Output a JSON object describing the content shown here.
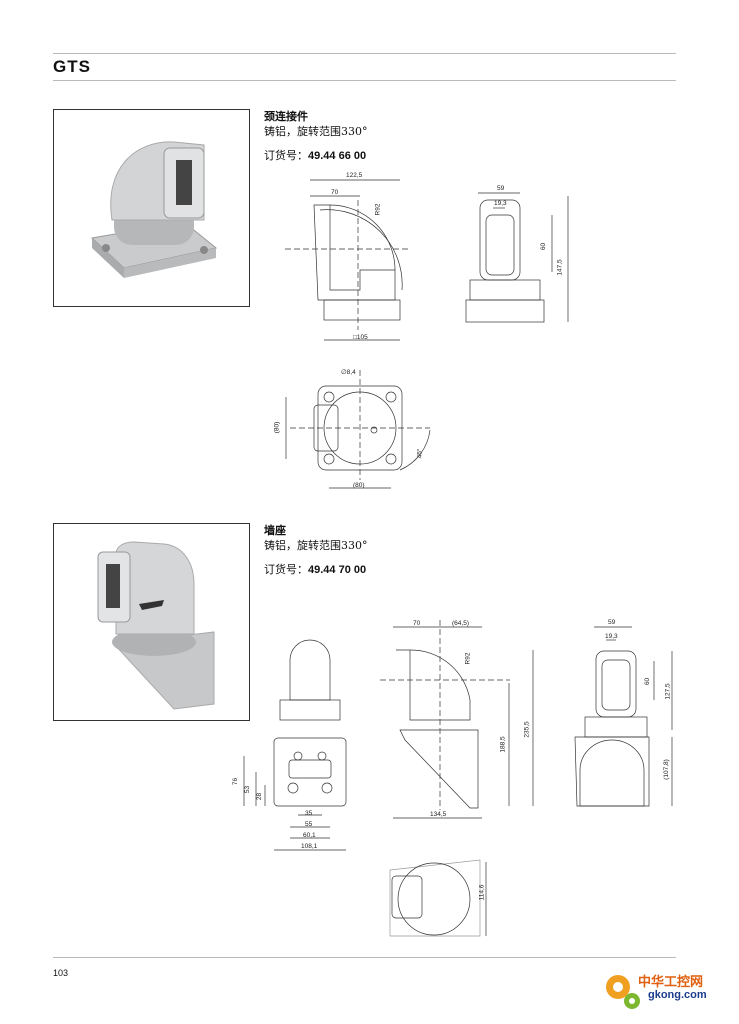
{
  "header": {
    "title": "GTS"
  },
  "products": [
    {
      "name": "颈连接件",
      "description": "铸铝，旋转范围330°",
      "order_label": "订货号：",
      "order_number": "49.44 66 00",
      "dimensions": {
        "side": [
          "122,5",
          "70",
          "R92",
          "□105"
        ],
        "front": [
          "59",
          "19,3",
          "60",
          "147,5"
        ],
        "top": [
          "∅8,4",
          "(80)",
          "(80)",
          "45°"
        ]
      }
    },
    {
      "name": "墙座",
      "description": "铸铝，旋转范围330°",
      "order_label": "订货号：",
      "order_number": "49.44 70 00",
      "dimensions": {
        "back": [
          "76",
          "53",
          "28",
          "35",
          "55",
          "60,1",
          "108,1"
        ],
        "side": [
          "70",
          "(64,5)",
          "R92",
          "188,5",
          "235,5",
          "134,5"
        ],
        "front": [
          "59",
          "19,3",
          "60",
          "127,5",
          "(107,8)"
        ],
        "top": [
          "114,6"
        ]
      }
    }
  ],
  "footer": {
    "page_number": "103"
  },
  "watermark": {
    "text_cn": "中华工控网",
    "text_en": "gkong.com"
  }
}
